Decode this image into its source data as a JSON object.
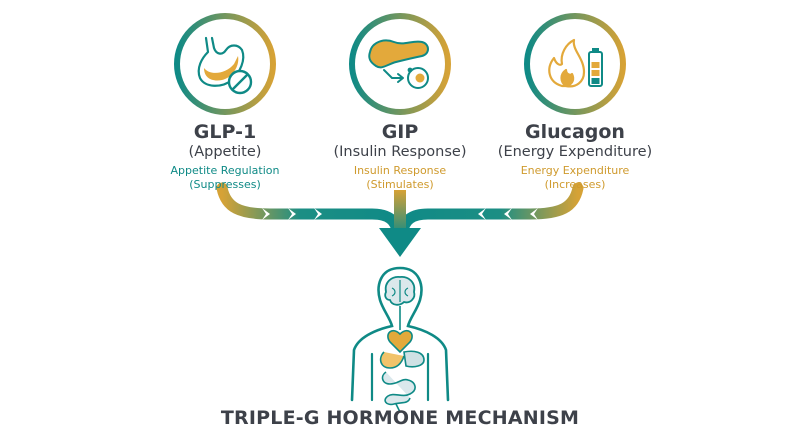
{
  "hormones": [
    {
      "name": "GLP-1",
      "subtitle": "(Appetite)",
      "effect_line1": "Appetite Regulation",
      "effect_line2": "(Suppresses)",
      "icon": "stomach-icon"
    },
    {
      "name": "GIP",
      "subtitle": "(Insulin Response)",
      "effect_line1": "Insulin Response",
      "effect_line2": "(Stimulates)",
      "icon": "pancreas-icon"
    },
    {
      "name": "Glucagon",
      "subtitle": "(Energy Expenditure)",
      "effect_line1": "Energy Expenditure",
      "effect_line2": "(Increases)",
      "icon": "flame-battery-icon"
    }
  ],
  "footer": {
    "title": "TRIPLE-G HORMONE MECHANISM"
  },
  "colors": {
    "teal": "#0f8a86",
    "gold": "#d6a236",
    "text": "#3d4149"
  }
}
